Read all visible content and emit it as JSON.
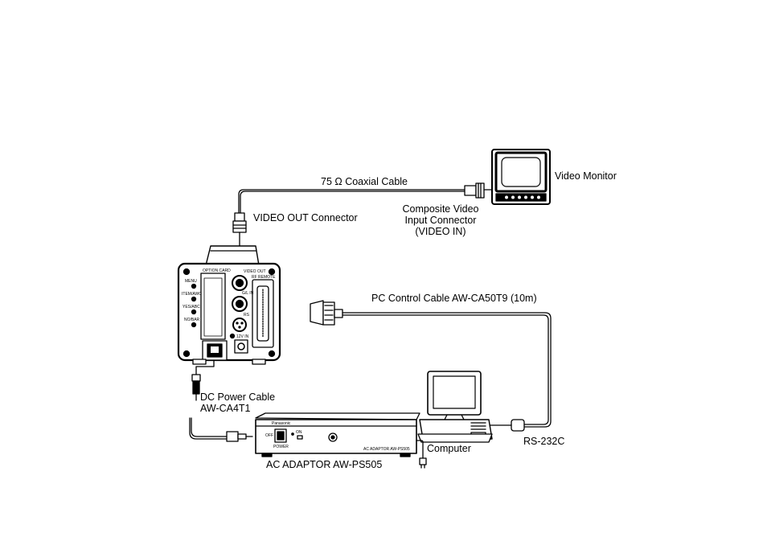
{
  "labels": {
    "coaxial_cable": "75 Ω Coaxial Cable",
    "video_monitor": "Video Monitor",
    "video_out_connector": "VIDEO OUT Connector",
    "composite_video": [
      "Composite Video",
      "Input Connector",
      "(VIDEO IN)"
    ],
    "pc_control_cable": "PC Control Cable  AW-CA50T9 (10m)",
    "dc_power_cable": [
      "DC Power Cable",
      "AW-CA4T1"
    ],
    "computer": "Computer",
    "rs232c": "RS-232C",
    "ac_adaptor": "AC ADAPTOR AW-PS505"
  },
  "camera_panel": {
    "option_card": "OPTION CARD",
    "video_out": "VIDEO OUT",
    "rf_remote": "RF REMOTE",
    "gl_in": "G/L IN",
    "rs": "RS",
    "dc12v_in": "12V IN",
    "menu": "MENU",
    "item_awc": "ITEM/AWC",
    "yes_abc": "YES/ABC",
    "no_bar": "NO/BAR"
  },
  "adaptor_panel": {
    "brand": "Panasonic",
    "power": "POWER",
    "off": "OFF",
    "on": "ON",
    "model": "AC ADAPTOR AW-PS505"
  },
  "colors": {
    "line": "#000000",
    "screen": "#ffffff",
    "body": "#ffffff"
  }
}
